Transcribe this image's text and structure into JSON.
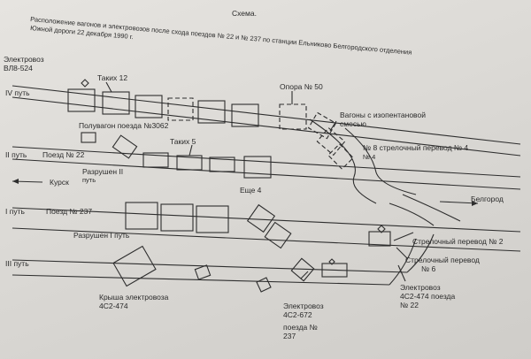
{
  "title": "Схема.",
  "heading_lines": [
    "Расположение вагонов и электровозов после схода поездов № 22 и № 237 по станции Ельниково Белгородского отделения",
    "Южной дороги 22 декабря 1990 г."
  ],
  "labels": {
    "electrovoz_top": "Электровоз",
    "vl8_524": "ВЛ8-524",
    "taxi_12": "Таких 12",
    "track_4": "IV путь",
    "pole_50": "Опора № 50",
    "poluvagon": "Полувагон поезда №3062",
    "isopentane_1": "Вагоны с изопентановой",
    "isopentane_2": "смесью",
    "taxi_5": "Таких 5",
    "track_2": "II путь",
    "train_22": "Поезд № 22",
    "switch_4": "№ 8 стрелочный перевод № 4",
    "switch_4b": "№ 4",
    "destroyed_2a": "Разрушен II",
    "destroyed_2b": "путь",
    "kursk": "Курск",
    "more_4": "Еще 4",
    "belgorod": "Белгород",
    "track_1": "I путь",
    "train_237": "Поезд № 237",
    "destroyed_1": "Разрушен I путь",
    "switch_2": "Стрелочный перевод № 2",
    "switch_6a": "Стрелочный перевод",
    "switch_6b": "№ 6",
    "track_3": "III путь",
    "roof_1": "Крыша электровоза",
    "roof_2": "4С2-474",
    "ev672_1": "Электровоз",
    "ev672_2": "4С2-672",
    "train_237b_1": "поезда №",
    "train_237b_2": "237",
    "ev474_1": "Электровоз",
    "ev474_2": "4С2-474 поезда",
    "ev474_3": "№ 22"
  }
}
